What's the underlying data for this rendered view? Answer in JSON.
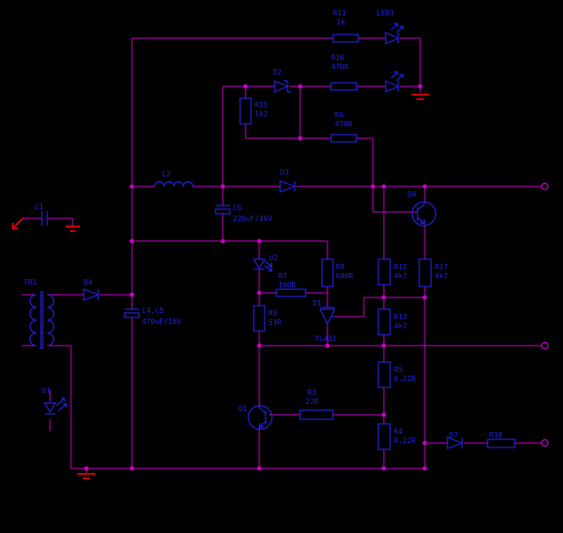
{
  "diagram_type": "power-supply-schematic",
  "colors": {
    "background": "#000000",
    "wire": "#c800c8",
    "component": "#2222dd",
    "label": "#2222dd",
    "ground": "#cc0000",
    "terminal": "#c800c8"
  },
  "components": {
    "R11": {
      "ref": "R11",
      "value": "1k"
    },
    "LED1": {
      "ref": "LED1"
    },
    "R16": {
      "ref": "R16",
      "value": "470R"
    },
    "D2": {
      "ref": "D2"
    },
    "R15": {
      "ref": "R15",
      "value": "1k2"
    },
    "R6": {
      "ref": "R6",
      "value": "470R"
    },
    "L2": {
      "ref": "L2"
    },
    "D3": {
      "ref": "D3"
    },
    "Q4": {
      "ref": "Q4"
    },
    "C6": {
      "ref": "C6",
      "value": "220uF/16V"
    },
    "C1": {
      "ref": "C1"
    },
    "TR1": {
      "ref": "TR1"
    },
    "D4": {
      "ref": "D4"
    },
    "C4C5": {
      "ref": "C4,C5",
      "value": "470uF/16V"
    },
    "U2": {
      "ref": "U2"
    },
    "R7": {
      "ref": "R7",
      "value": "100R"
    },
    "R8": {
      "ref": "R8",
      "value": "680R"
    },
    "R12": {
      "ref": "R12",
      "value": "4k7"
    },
    "R17": {
      "ref": "R17",
      "value": "4k7"
    },
    "R9": {
      "ref": "R9",
      "value": "51R"
    },
    "D1": {
      "ref": "D1",
      "value": "TL431"
    },
    "R13": {
      "ref": "R13",
      "value": "4k7"
    },
    "R5": {
      "ref": "R5",
      "value": "0.22R"
    },
    "R3": {
      "ref": "R3",
      "value": "22R"
    },
    "Q1": {
      "ref": "Q1"
    },
    "R4": {
      "ref": "R4",
      "value": "0.22R"
    },
    "U1": {
      "ref": "U1"
    },
    "D7": {
      "ref": "D7"
    },
    "R18": {
      "ref": "R18"
    }
  }
}
